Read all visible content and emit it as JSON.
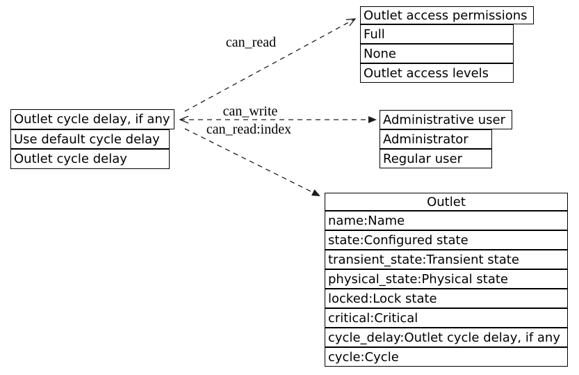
{
  "diagram": {
    "colors": {
      "background": "#ffffff",
      "node_border": "#000000",
      "node_fill": "#ffffff",
      "text": "#000000",
      "edge_line": "#1c1c1c"
    },
    "nodes": {
      "cycle_delay": {
        "title": "Outlet cycle delay, if any",
        "rows": [
          "Use default cycle delay",
          "Outlet cycle delay"
        ]
      },
      "access_permissions": {
        "title": "Outlet access permissions",
        "rows": [
          "Full",
          "None",
          "Outlet access levels"
        ]
      },
      "admin_user": {
        "title": "Administrative user",
        "rows": [
          "Administrator",
          "Regular user"
        ]
      },
      "outlet": {
        "title": "Outlet",
        "rows": [
          "name:Name",
          "state:Configured state",
          "transient_state:Transient state",
          "physical_state:Physical state",
          "locked:Lock state",
          "critical:Critical",
          "cycle_delay:Outlet cycle delay, if any",
          "cycle:Cycle"
        ]
      }
    },
    "edge_labels": {
      "can_read": "can_read",
      "can_write": "can_write",
      "can_read_index": "can_read:index"
    },
    "edges": [
      {
        "from": "cycle_delay",
        "to": "access_permissions",
        "label": "can_read",
        "style": "dashed",
        "head": "open-vee"
      },
      {
        "from": "cycle_delay",
        "to": "admin_user",
        "label": "can_write",
        "style": "dashed",
        "head": "filled",
        "tail": "open-vee"
      },
      {
        "from": "admin_user",
        "to": "cycle_delay",
        "label": "can_read:index",
        "style": "dashed",
        "head": "open-vee"
      },
      {
        "from": "cycle_delay",
        "to": "outlet",
        "label": "",
        "style": "dashed",
        "head": "filled"
      }
    ]
  }
}
